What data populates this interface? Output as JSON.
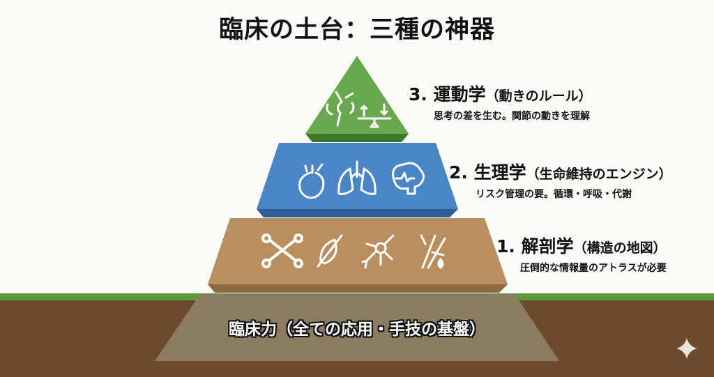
{
  "title": "臨床の土台：三種の神器",
  "colors": {
    "kinesiology": "#6aa84f",
    "physiology": "#4a86c5",
    "anatomy": "#b98f5f",
    "foundation": "#8a7b62",
    "ground": "#6e4a2c",
    "grass": "#5b9a3c"
  },
  "layers": [
    {
      "heading": "3. 運動学",
      "subtitle": "（動きのルール）",
      "description": "思考の差を生む。関節の動きを理解",
      "icons": [
        "knee-joint-icon",
        "lever-balance-icon"
      ]
    },
    {
      "heading": "2. 生理学",
      "subtitle": "（生命維持のエンジン）",
      "description": "リスク管理の要。循環・呼吸・代謝",
      "icons": [
        "heart-icon",
        "lungs-icon",
        "brain-icon"
      ]
    },
    {
      "heading": "1. 解剖学",
      "subtitle": "（構造の地図）",
      "description": "圧倒的な情報量のアトラスが必要",
      "icons": [
        "bone-icon",
        "muscle-icon",
        "neuron-icon",
        "vessel-icon"
      ]
    }
  ],
  "foundation": "臨床力（全ての応用・手技の基盤）"
}
